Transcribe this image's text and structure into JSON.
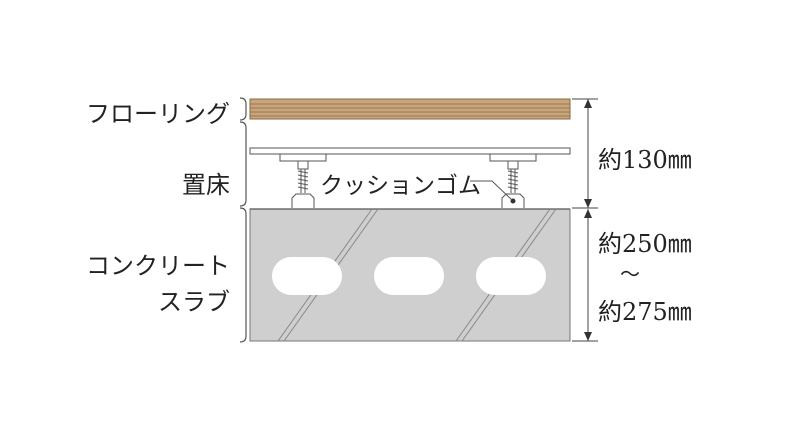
{
  "labels": {
    "flooring": "フローリング",
    "raised_floor": "置床",
    "concrete_line1": "コンクリート",
    "concrete_line2": "スラブ",
    "cushion_rubber": "クッションゴム"
  },
  "dimensions": {
    "top_span": "約130㎜",
    "slab_min": "約250㎜",
    "tilde": "～",
    "slab_max": "約275㎜"
  },
  "colors": {
    "wood": "#c8a57a",
    "wood_line": "#8a6a45",
    "concrete": "#cfcfcf",
    "line": "#444444"
  }
}
